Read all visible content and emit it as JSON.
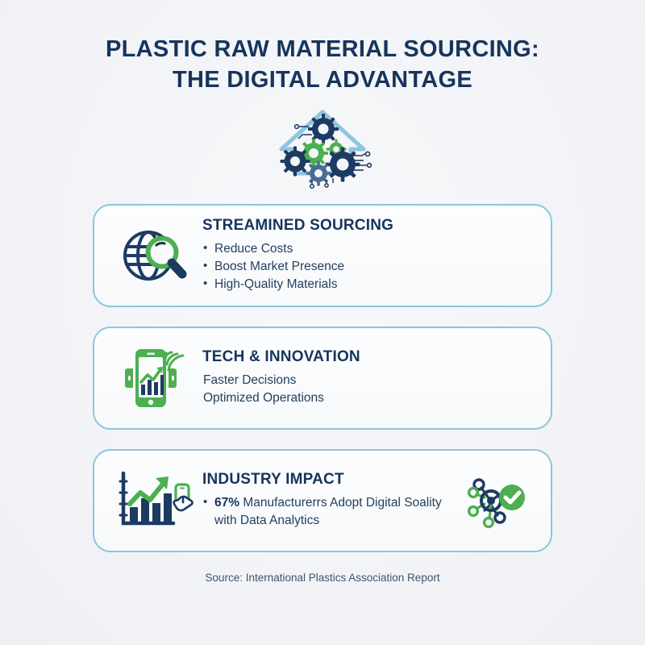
{
  "page": {
    "background_color": "#f1f3f6",
    "navy": "#16355c",
    "green": "#4caf50",
    "border_blue": "#8ec5de"
  },
  "title": {
    "line1": "PLASTIC RAW MATERIAL SOURCING:",
    "line2": "THE DIGITAL ADVANTAGE"
  },
  "hero": {
    "icon": "arrow-up-gears-icon"
  },
  "cards": [
    {
      "icon": "globe-magnifier-icon",
      "title": "STREAMINED SOURCING",
      "lines": [
        "Reduce Costs",
        "Boost Market Presence",
        "High-Quality Materials"
      ]
    },
    {
      "icon": "smartphone-chart-wifi-icon",
      "title": "TECH & INNOVATION",
      "lines": [
        "Faster Decisions",
        "Optimized Operations"
      ]
    },
    {
      "icon": "bar-chart-growth-phone-icon",
      "icon_right": "network-check-icon",
      "title": "INDUSTRY IMPACT",
      "stat_value": "67%",
      "stat_text": " Manufacturerrs Adopt Digital Soality with Data Analytics"
    }
  ],
  "footer": {
    "source": "Source: International Plastics Association Report"
  }
}
